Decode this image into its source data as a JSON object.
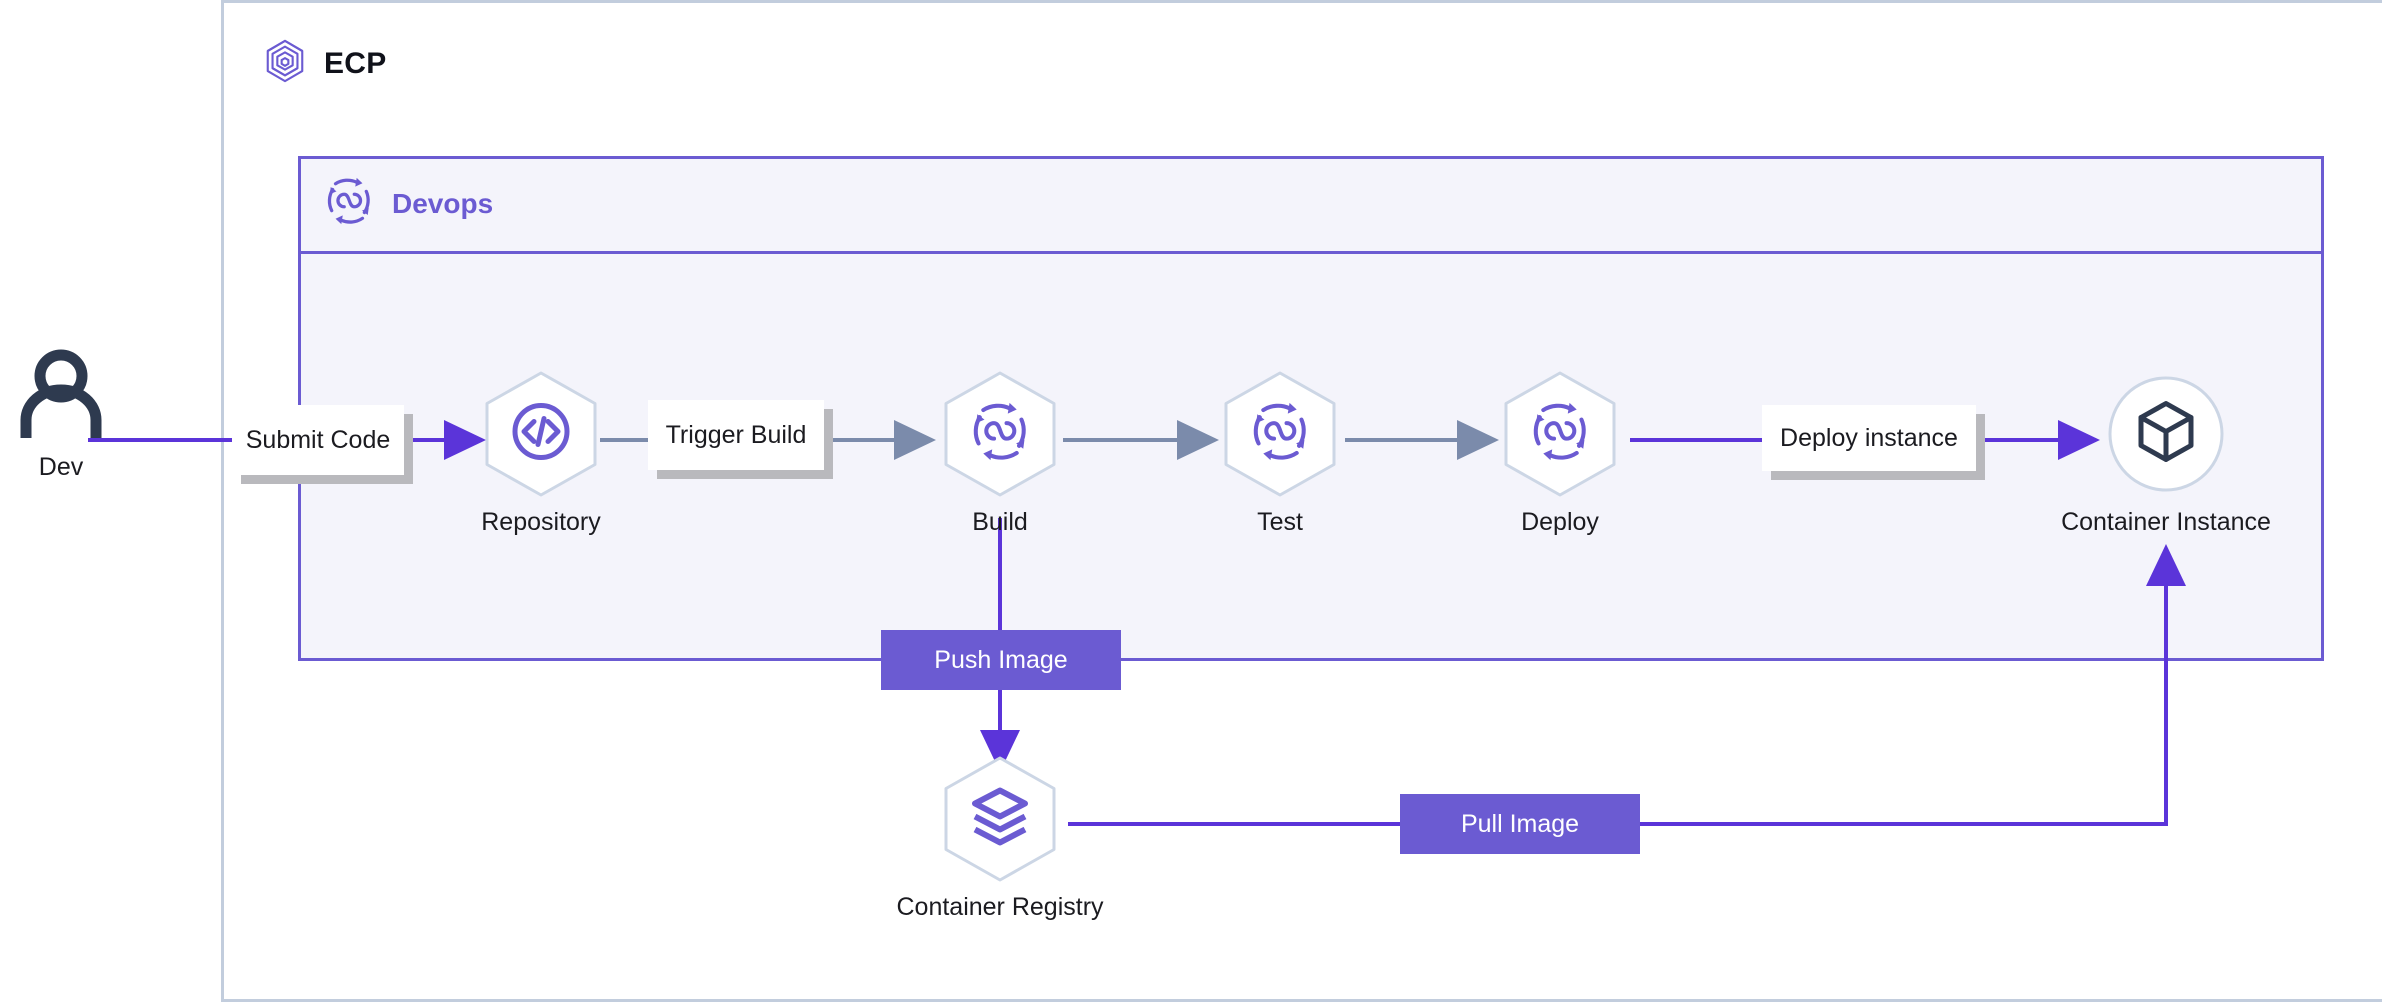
{
  "container": {
    "title": "ECP",
    "logo_icon": "ecp-hexagon-logo-icon"
  },
  "devops_panel": {
    "title": "Devops",
    "icon": "devops-infinity-loop-icon"
  },
  "actor": {
    "label": "Dev",
    "icon": "user-person-icon"
  },
  "nodes": [
    {
      "id": "repository",
      "label": "Repository",
      "shape": "hexagon",
      "icon": "code-brackets-icon"
    },
    {
      "id": "build",
      "label": "Build",
      "shape": "hexagon",
      "icon": "devops-infinity-loop-icon"
    },
    {
      "id": "test",
      "label": "Test",
      "shape": "hexagon",
      "icon": "devops-infinity-loop-icon"
    },
    {
      "id": "deploy",
      "label": "Deploy",
      "shape": "hexagon",
      "icon": "devops-infinity-loop-icon"
    },
    {
      "id": "container-instance",
      "label": "Container Instance",
      "shape": "circle",
      "icon": "cube-3d-icon"
    },
    {
      "id": "container-registry",
      "label": "Container Registry",
      "shape": "hexagon",
      "icon": "layers-stack-icon"
    }
  ],
  "edge_labels": [
    {
      "id": "submit-code",
      "text": "Submit Code",
      "style": "white"
    },
    {
      "id": "trigger-build",
      "text": "Trigger Build",
      "style": "white"
    },
    {
      "id": "deploy-instance",
      "text": "Deploy instance",
      "style": "white"
    },
    {
      "id": "push-image",
      "text": "Push Image",
      "style": "purple"
    },
    {
      "id": "pull-image",
      "text": "Pull Image",
      "style": "purple"
    }
  ],
  "colors": {
    "purple": "#6b5bd2",
    "purple_deep": "#5b34d9",
    "gray_blue_arrow": "#7b8bab",
    "panel_bg": "#f4f4fb",
    "panel_border": "#6b5bd2",
    "container_border": "#c2cddd",
    "hex_border": "#ccd6e5",
    "navy": "#2e3a4f",
    "shadow": "#b9b9bd",
    "text": "#1b1b20"
  }
}
